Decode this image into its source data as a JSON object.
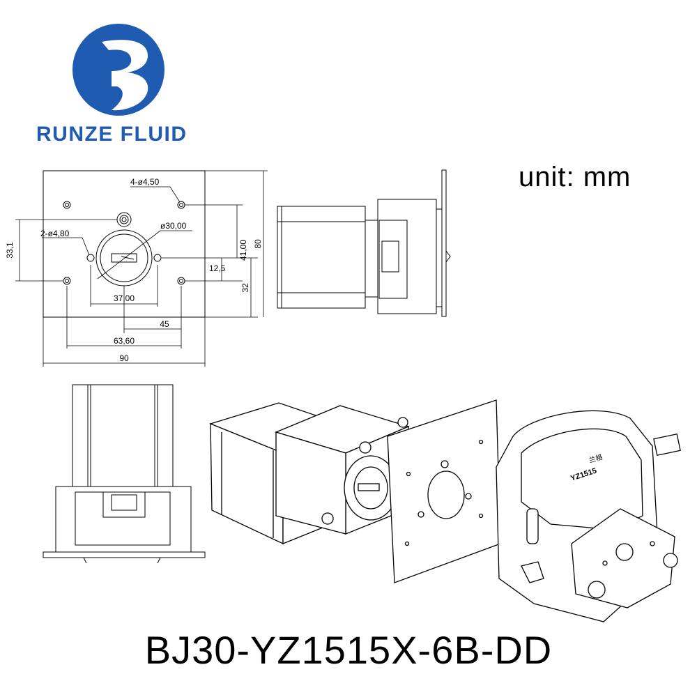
{
  "brand": {
    "name": "RUNZE FLUID",
    "color": "#1f5bb0"
  },
  "unit_label": "unit: mm",
  "model": "BJ30-YZ1515X-6B-DD",
  "dimensions": {
    "holes4": "4-ø4,50",
    "holes2": "2-ø4,80",
    "bore": "ø30,00",
    "d_33_1": "33,1",
    "d_41": "41,00",
    "d_80": "80",
    "d_12_5": "12,5",
    "d_32": "32",
    "d_37": "37,00",
    "d_45": "45",
    "d_63_6": "63,60",
    "d_90": "90"
  },
  "pump_labels": {
    "model_plate": "YZ1515",
    "brand_plate": "兰格"
  }
}
